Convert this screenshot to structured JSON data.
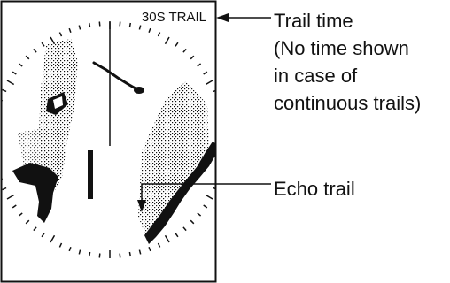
{
  "display": {
    "trail_badge": "30S TRAIL"
  },
  "callouts": {
    "trail_time": {
      "title": "Trail time",
      "note_lines": [
        "(No time shown",
        "in case of",
        "continuous trails)"
      ]
    },
    "echo_trail": {
      "title": "Echo trail"
    }
  },
  "colors": {
    "ink": "#111111",
    "background": "#ffffff"
  }
}
